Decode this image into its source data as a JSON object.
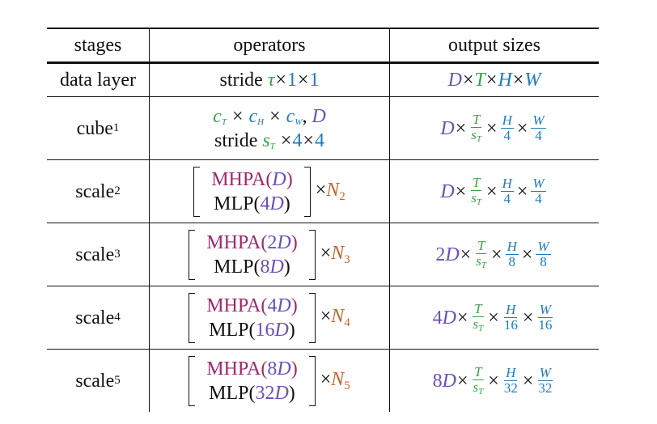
{
  "headers": {
    "stages": "stages",
    "operators": "operators",
    "output_sizes": "output sizes"
  },
  "data_layer": {
    "stage": "data layer",
    "op_prefix": "stride ",
    "op_tau": "τ",
    "op_x1": "×",
    "op_1a": "1",
    "op_x2": "×",
    "op_1b": "1",
    "out_D": "D",
    "out_T": "T",
    "out_H": "H",
    "out_W": "W",
    "out_x": "×"
  },
  "cube": {
    "stage": "cube",
    "stage_sub": "1",
    "op1_c": "c",
    "op1_T": "T",
    "op1_H": "H",
    "op1_W": "W",
    "op1_comma": ", ",
    "op1_D": "D",
    "op2_prefix": "stride ",
    "op2_s": "s",
    "op2_T": "T",
    "op2_x": "×",
    "op2_4a": "4",
    "op2_4b": "4",
    "out_prefix": "D",
    "frac_T_num": "T",
    "frac_T_den_s": "s",
    "frac_T_den_sub": "T",
    "frac_H_num": "H",
    "frac_H_den": "4",
    "frac_W_num": "W",
    "frac_W_den": "4"
  },
  "scale_rows": [
    {
      "stage": "scale",
      "stage_sub": "2",
      "mhpa": "MHPA(",
      "mhpa_arg": "D",
      "mlp": "MLP(",
      "mlp_arg": "4D",
      "close": ")",
      "N_sub": "2",
      "out_prefix": "D",
      "H_den": "4",
      "W_den": "4"
    },
    {
      "stage": "scale",
      "stage_sub": "3",
      "mhpa": "MHPA(",
      "mhpa_arg": "2D",
      "mlp": "MLP(",
      "mlp_arg": "8D",
      "close": ")",
      "N_sub": "3",
      "out_prefix": "2D",
      "H_den": "8",
      "W_den": "8"
    },
    {
      "stage": "scale",
      "stage_sub": "4",
      "mhpa": "MHPA(",
      "mhpa_arg": "4D",
      "mlp": "MLP(",
      "mlp_arg": "16D",
      "close": ")",
      "N_sub": "4",
      "out_prefix": "4D",
      "H_den": "16",
      "W_den": "16"
    },
    {
      "stage": "scale",
      "stage_sub": "5",
      "mhpa": "MHPA(",
      "mhpa_arg": "8D",
      "mlp": "MLP(",
      "mlp_arg": "32D",
      "close": ")",
      "N_sub": "5",
      "out_prefix": "8D",
      "H_den": "32",
      "W_den": "32"
    }
  ],
  "common": {
    "times": "×",
    "N": "N",
    "T": "T",
    "s": "s",
    "H": "H",
    "W": "W"
  },
  "colors": {
    "purple": "#6a4fb8",
    "green": "#36a244",
    "blue": "#1f7bbd",
    "magenta": "#a0286c",
    "orange": "#c4622a"
  }
}
